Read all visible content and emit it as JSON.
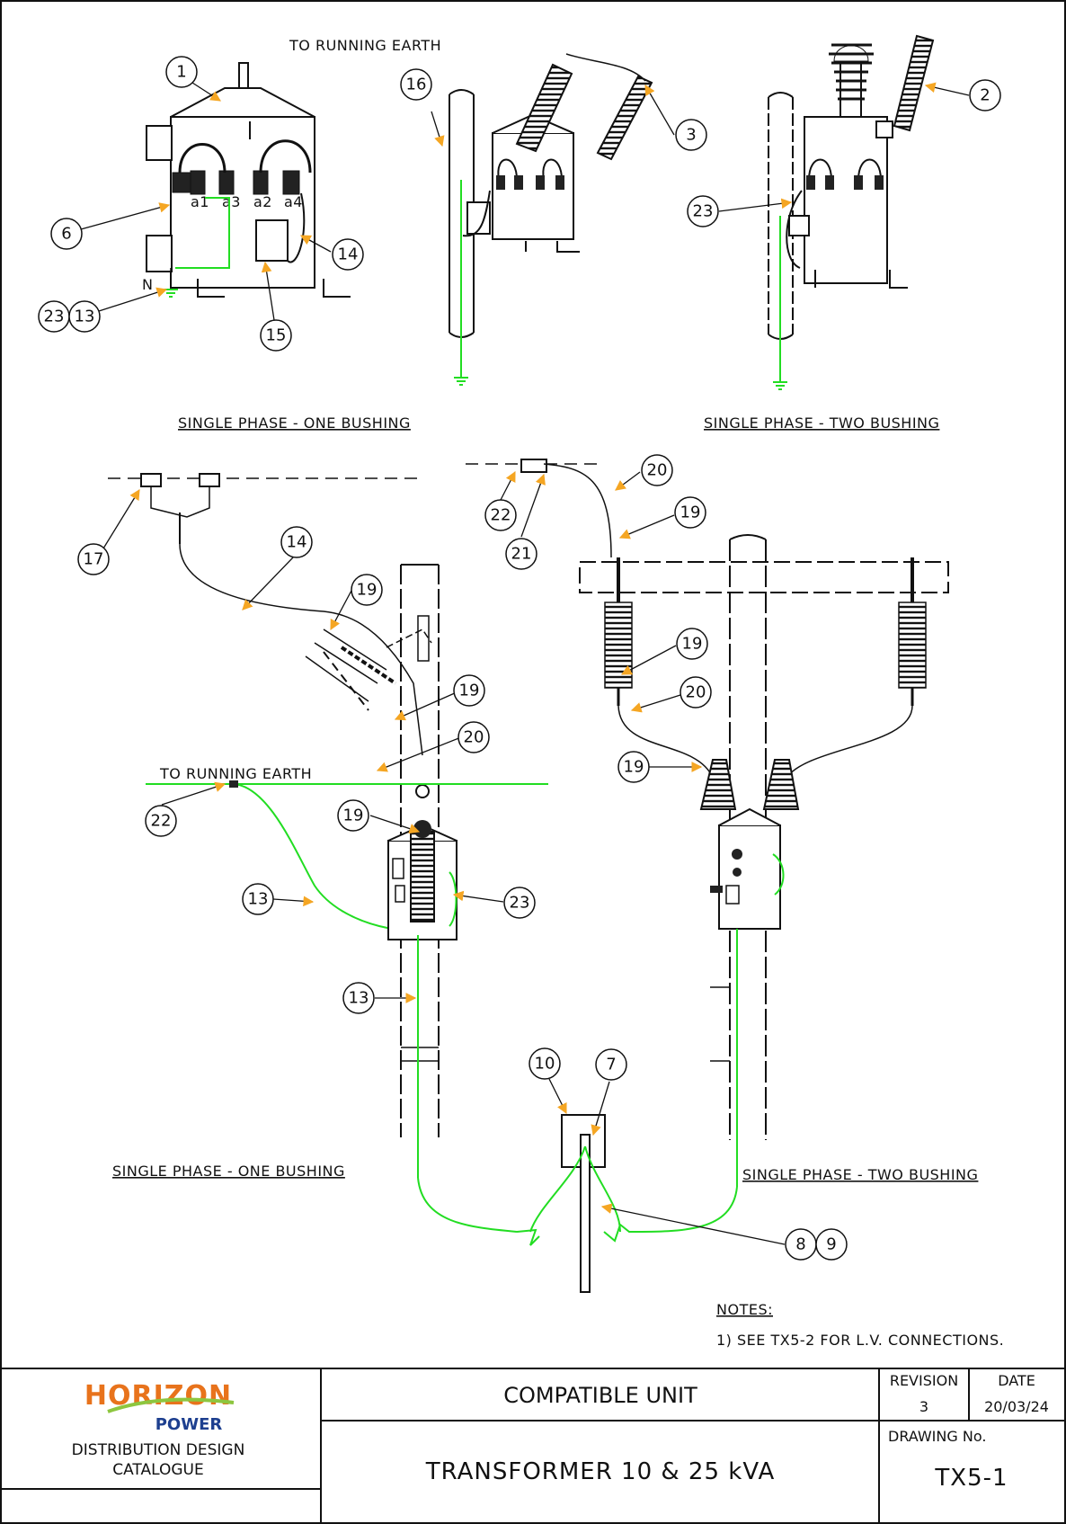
{
  "labels": {
    "running_earth_top": "TO RUNNING EARTH",
    "running_earth_mid": "TO RUNNING EARTH",
    "view1_caption": "SINGLE PHASE - ONE BUSHING",
    "view2_caption": "SINGLE PHASE - TWO BUSHING",
    "view3_caption": "SINGLE PHASE - ONE BUSHING",
    "view4_caption": "SINGLE PHASE - TWO BUSHING",
    "neutral_mark": "N",
    "terminal_a1": "a1",
    "terminal_a3": "a3",
    "terminal_a2": "a2",
    "terminal_a4": "a4"
  },
  "bubbles": {
    "b1": "1",
    "b2": "2",
    "b3": "3",
    "b6": "6",
    "b14a": "14",
    "b15": "15",
    "b16": "16",
    "b23a": "23",
    "b13a": "13",
    "b23b": "23",
    "b17": "17",
    "b14b": "14",
    "b19a": "19",
    "b19b": "19",
    "b20a": "20",
    "b22a": "22",
    "b19c": "19",
    "b13b": "13",
    "b23c": "23",
    "b13c": "13",
    "b20b": "20",
    "b22b": "22",
    "b21": "21",
    "b19d": "19",
    "b19e": "19",
    "b20c": "20",
    "b19f": "19",
    "b10": "10",
    "b7": "7",
    "b8": "8",
    "b9": "9"
  },
  "notes": {
    "heading": "NOTES:",
    "item1": "1) SEE TX5-2 FOR L.V. CONNECTIONS."
  },
  "title_block": {
    "logo_word1": "HORIZON",
    "logo_word2": "POWER",
    "catalogue_line1": "DISTRIBUTION DESIGN",
    "catalogue_line2": "CATALOGUE",
    "unit_type": "COMPATIBLE UNIT",
    "title": "TRANSFORMER 10 & 25 kVA",
    "revision_label": "REVISION",
    "date_label": "DATE",
    "revision": "3",
    "date": "20/03/24",
    "drawing_no_label": "DRAWING No.",
    "drawing_no": "TX5-1"
  },
  "colors": {
    "earth_conductor": "#22dd22",
    "leader_arrow": "#f5a623",
    "logo_orange": "#e8731c",
    "logo_green": "#8dc63f",
    "logo_blue": "#1d3f8f"
  }
}
